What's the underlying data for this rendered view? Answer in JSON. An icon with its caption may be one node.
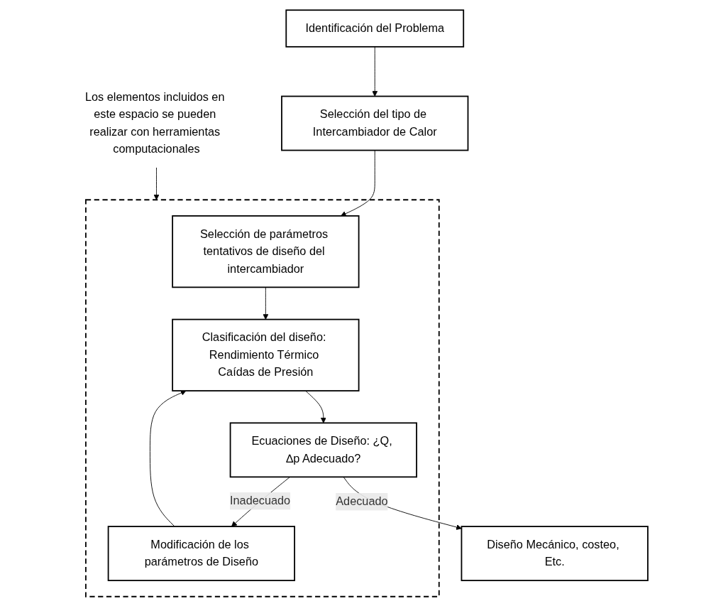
{
  "diagram": {
    "nodes": [
      {
        "text": [
          "Identificación del Problema"
        ]
      },
      {
        "text": [
          "Selección del tipo de Intercambiador de Calor"
        ]
      },
      {
        "text": [
          "Los elementos incluidos en este espacio se pueden realizar con herramientas computacionales"
        ]
      },
      {
        "text": [],
        "shape": "box"
      },
      {
        "text": [
          "Selección de parámetros tentativos de diseño del intercambiador"
        ],
        "in": 3
      },
      {
        "text": [
          "Clasificación del diseño: Rendimiento Térmico Caídas de Presión"
        ],
        "in": 3
      },
      {
        "text": [
          "Modificación de los parámetros de Diseño"
        ],
        "in": 3
      },
      {
        "text": [
          "Ecuaciones de Diseño: ¿Q, ∆p Adecuado?"
        ],
        "in": 3
      },
      {
        "text": [
          "Diseño Mecánico, costeo, Etc."
        ]
      }
    ],
    "edges": [
      {
        "from": 0,
        "to": 1,
        "arrow": "to"
      },
      {
        "from": 1,
        "to": 4,
        "arrow": "to"
      },
      {
        "from": 2,
        "to": 3,
        "arrow": "to"
      },
      {
        "from": 4,
        "to": 5,
        "arrow": "to"
      },
      {
        "from": 5,
        "to": 7,
        "arrow": "to"
      },
      {
        "from": 7,
        "to": 6,
        "label": "Inadecuado",
        "arrow": "to"
      },
      {
        "from": 6,
        "to": 5,
        "arrow": "to"
      },
      {
        "from": 7,
        "to": 8,
        "label": "Adecuado",
        "arrow": "to"
      }
    ]
  }
}
